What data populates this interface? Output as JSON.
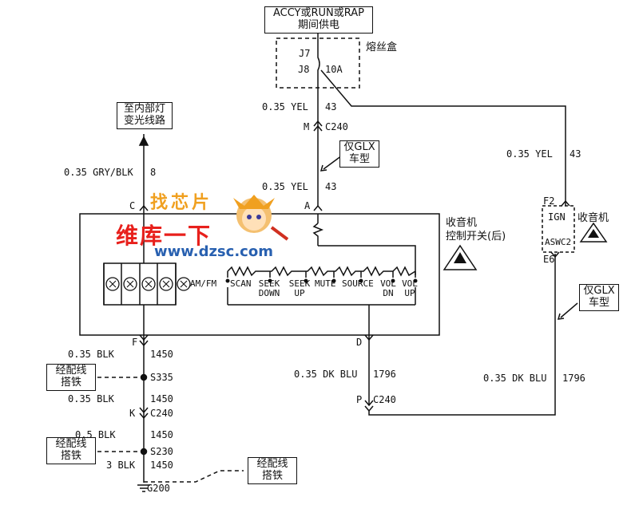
{
  "supply_box": {
    "line1": "ACCY或RUN或RAP",
    "line2": "期间供电"
  },
  "fuse_block": {
    "label": "熔丝盒",
    "pin_top": "J7",
    "pin_bottom": "J8",
    "rating": "10A"
  },
  "interior_lamp_box": {
    "line1": "至内部灯",
    "line2": "变光线路"
  },
  "wire_yel_top": {
    "spec": "0.35 YEL",
    "circuit": "43"
  },
  "conn_c240_top": {
    "pin": "M",
    "name": "C240"
  },
  "glx_note_top": {
    "line1": "仅GLX",
    "line2": "车型"
  },
  "wire_yel_mid": {
    "spec": "0.35 YEL",
    "circuit": "43"
  },
  "wire_gry": {
    "spec": "0.35 GRY/BLK",
    "circuit": "8"
  },
  "wire_yel_right": {
    "spec": "0.35 YEL",
    "circuit": "43"
  },
  "radio_control": {
    "pin_c": "C",
    "pin_a": "A",
    "pin_f": "F",
    "pin_d": "D",
    "title_line1": "收音机",
    "title_line2": "控制开关(后)"
  },
  "switch_labels": [
    "AM/FM",
    "SCAN",
    "SEEK DOWN",
    "SEEK UP",
    "MUTE",
    "SOURCE",
    "VOL DN",
    "VOL UP"
  ],
  "radio_unit": {
    "pin_f2": "F2",
    "ign": "IGN",
    "aswc": "ASWC2",
    "pin_e6": "E6",
    "label": "收音机"
  },
  "glx_note_right": {
    "line1": "仅GLX",
    "line2": "车型"
  },
  "wire_blk_1": {
    "spec": "0.35 BLK",
    "circuit": "1450"
  },
  "splice_s335": "S335",
  "ground_note_1": {
    "line1": "经配线",
    "line2": "搭铁"
  },
  "wire_blk_2": {
    "spec": "0.35 BLK",
    "circuit": "1450"
  },
  "conn_c240_left": {
    "pin": "K",
    "name": "C240"
  },
  "wire_blk_3": {
    "spec": "0.5 BLK",
    "circuit": "1450"
  },
  "splice_s230": "S230",
  "ground_note_2": {
    "line1": "经配线",
    "line2": "搭铁"
  },
  "wire_blk_4": {
    "spec": "3 BLK",
    "circuit": "1450"
  },
  "ground_note_3": {
    "line1": "经配线",
    "line2": "搭铁"
  },
  "ground_g200": "G200",
  "wire_dkblu_mid": {
    "spec": "0.35 DK BLU",
    "circuit": "1796"
  },
  "conn_c240_bottom": {
    "pin": "P",
    "name": "C240"
  },
  "wire_dkblu_right": {
    "spec": "0.35 DK BLU",
    "circuit": "1796"
  },
  "watermark": {
    "brand": "找芯片",
    "slogan": "维库一下",
    "url": "www.dzsc.com"
  }
}
